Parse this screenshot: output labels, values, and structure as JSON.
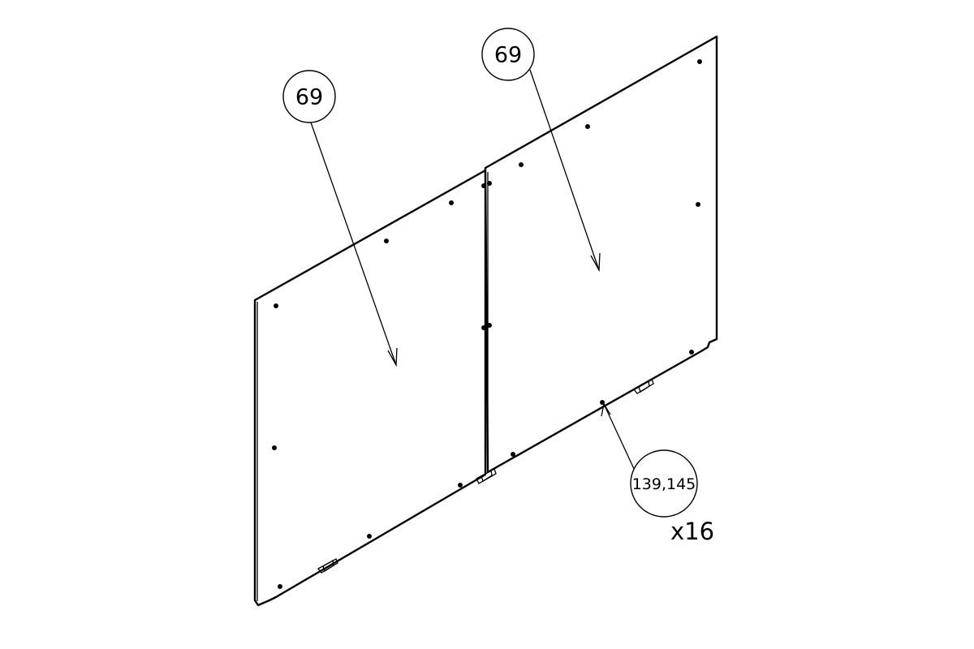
{
  "callouts": {
    "left_panel": "69",
    "right_panel": "69",
    "fastener": "139,145",
    "fastener_quantity": "x16"
  }
}
